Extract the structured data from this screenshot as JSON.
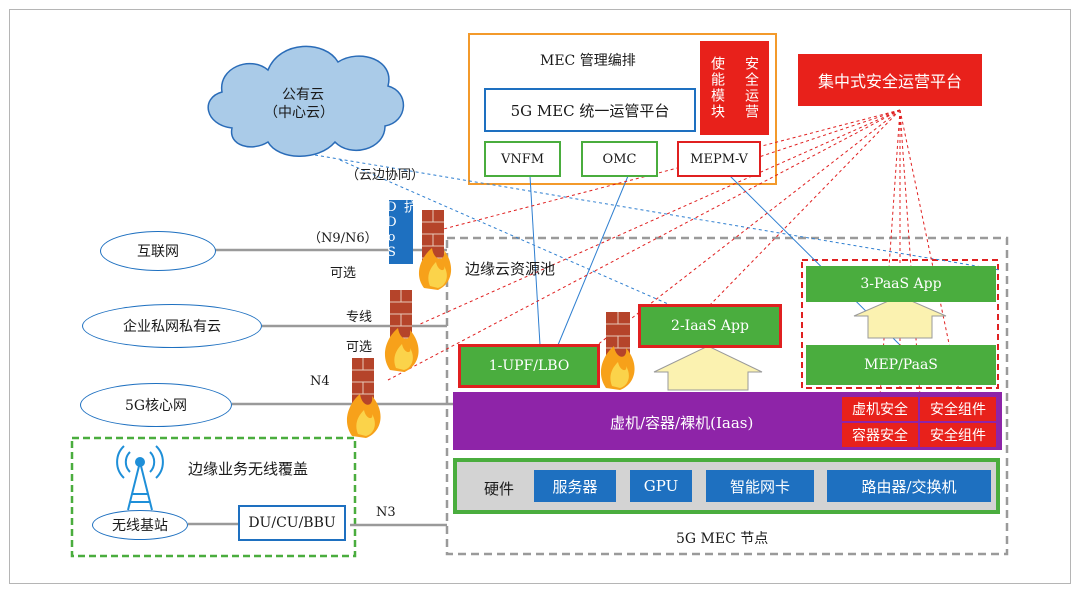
{
  "cloud": {
    "line1": "公有云",
    "line2": "（中心云）"
  },
  "cloud_sync": "（云边协同）",
  "mec_mgmt": {
    "title": "MEC 管理编排",
    "unified": "5G MEC 统一运管平台",
    "vnfm": "VNFM",
    "omc": "OMC",
    "mepm": "MEPM-V",
    "enable_module": "使能模块",
    "security_ops": "安全运营"
  },
  "central_security": "集中式安全运营平台",
  "networks": {
    "internet": "互联网",
    "enterprise": "企业私网私有云",
    "core": "5G核心网"
  },
  "link_labels": {
    "n9n6": "（N9/N6）",
    "optional1": "可选",
    "dedicated": "专线",
    "optional2": "可选",
    "n4": "N4",
    "n3": "N3"
  },
  "anti_ddos": "抗DDoS",
  "edge": {
    "title": "边缘云资源池",
    "upf": "1-UPF/LBO",
    "iaas_app": "2-IaaS App",
    "paas_app": "3-PaaS App",
    "mep": "MEP/PaaS",
    "virt": "虚机/容器/裸机(Iaas)",
    "vm_sec": "虚机安全",
    "container_sec": "容器安全",
    "sec_comp1": "安全组件",
    "sec_comp2": "安全组件",
    "hardware": "硬件",
    "server": "服务器",
    "gpu": "GPU",
    "nic": "智能网卡",
    "router": "路由器/交换机",
    "node": "5G MEC 节点"
  },
  "wireless": {
    "title": "边缘业务无线覆盖",
    "bs": "无线基站",
    "du": "DU/CU/BBU"
  },
  "colors": {
    "accent_blue": "#1e70c0",
    "green": "#4aad3e",
    "red": "#e8211b",
    "purple": "#8e24a8",
    "orange": "#f39a2b"
  }
}
